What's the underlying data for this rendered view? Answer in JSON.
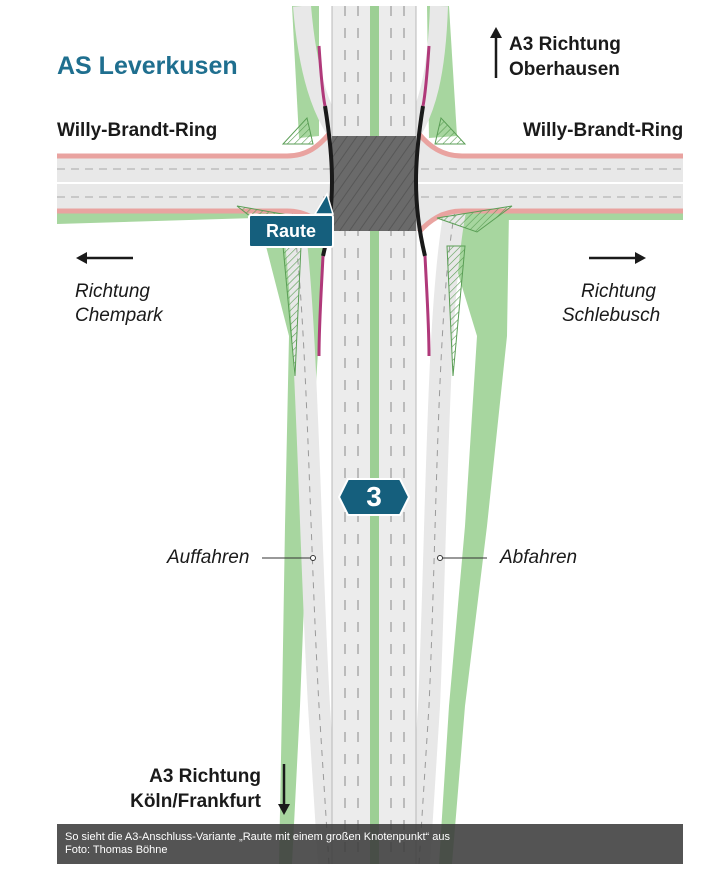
{
  "map": {
    "title": "AS Leverkusen",
    "road_left": "Willy-Brandt-Ring",
    "road_right": "Willy-Brandt-Ring",
    "north_direction": {
      "line1": "A3 Richtung",
      "line2": "Oberhausen"
    },
    "south_direction": {
      "line1": "A3 Richtung",
      "line2": "Köln/Frankfurt"
    },
    "west_direction": {
      "line1": "Richtung",
      "line2": "Chempark"
    },
    "east_direction": {
      "line1": "Richtung",
      "line2": "Schlebusch"
    },
    "raute_label": "Raute",
    "motorway_shield": "3",
    "on_ramp_label": "Auffahren",
    "off_ramp_label": "Abfahren",
    "colors": {
      "road": "#e6e6e6",
      "green": "#8fc98a",
      "curb_pink": "#e9a3a0",
      "magenta_lane": "#b0397a",
      "intersection": "#6a6a6a",
      "title_blue": "#1f6f8f",
      "label_box": "#155f7d"
    },
    "icons": [
      "arrow-up-icon",
      "arrow-down-icon",
      "arrow-left-icon",
      "arrow-right-icon",
      "motorway-shield-icon"
    ]
  },
  "caption": {
    "line1": "So sieht die A3-Anschluss-Variante „Raute mit einem großen Knotenpunkt“ aus",
    "line2": "Foto: Thomas Böhne"
  }
}
